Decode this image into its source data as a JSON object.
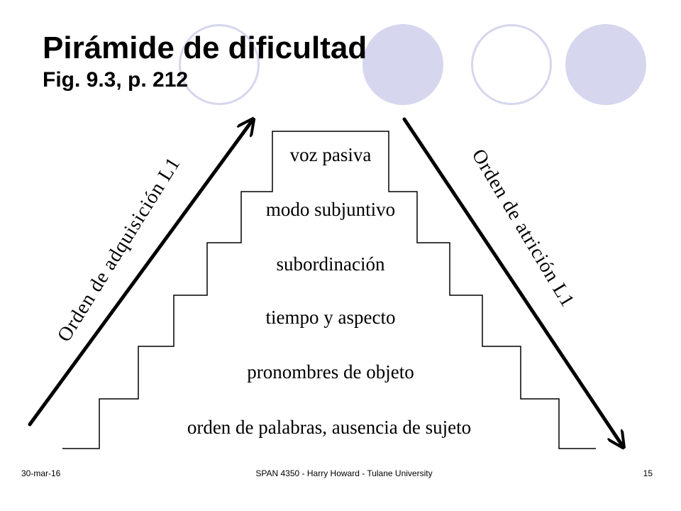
{
  "slide": {
    "title": "Pirámide de dificultad",
    "subtitle": "Fig. 9.3, p. 212"
  },
  "diagram": {
    "steps": [
      {
        "label": "voz pasiva"
      },
      {
        "label": "modo subjuntivo"
      },
      {
        "label": "subordinación"
      },
      {
        "label": "tiempo y aspecto"
      },
      {
        "label": "pronombres de objeto"
      },
      {
        "label": "orden de palabras, ausencia de sujeto"
      }
    ],
    "left_arrow_label": "Orden de adquisición L1",
    "right_arrow_label": "Orden de atrición L1"
  },
  "footer": {
    "date": "30-mar-16",
    "course": "SPAN 4350 - Harry Howard - Tulane University",
    "page": "15"
  },
  "colors": {
    "circle_accent": "#d6d6ee",
    "ink": "#000000"
  }
}
